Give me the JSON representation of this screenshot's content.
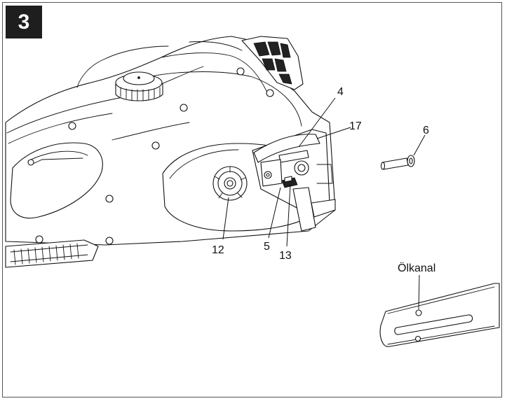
{
  "figure": {
    "number": "3",
    "callouts": {
      "c4": "4",
      "c17": "17",
      "c6": "6",
      "c12": "12",
      "c5": "5",
      "c13": "13",
      "oil_channel": "Ölkanal"
    }
  }
}
